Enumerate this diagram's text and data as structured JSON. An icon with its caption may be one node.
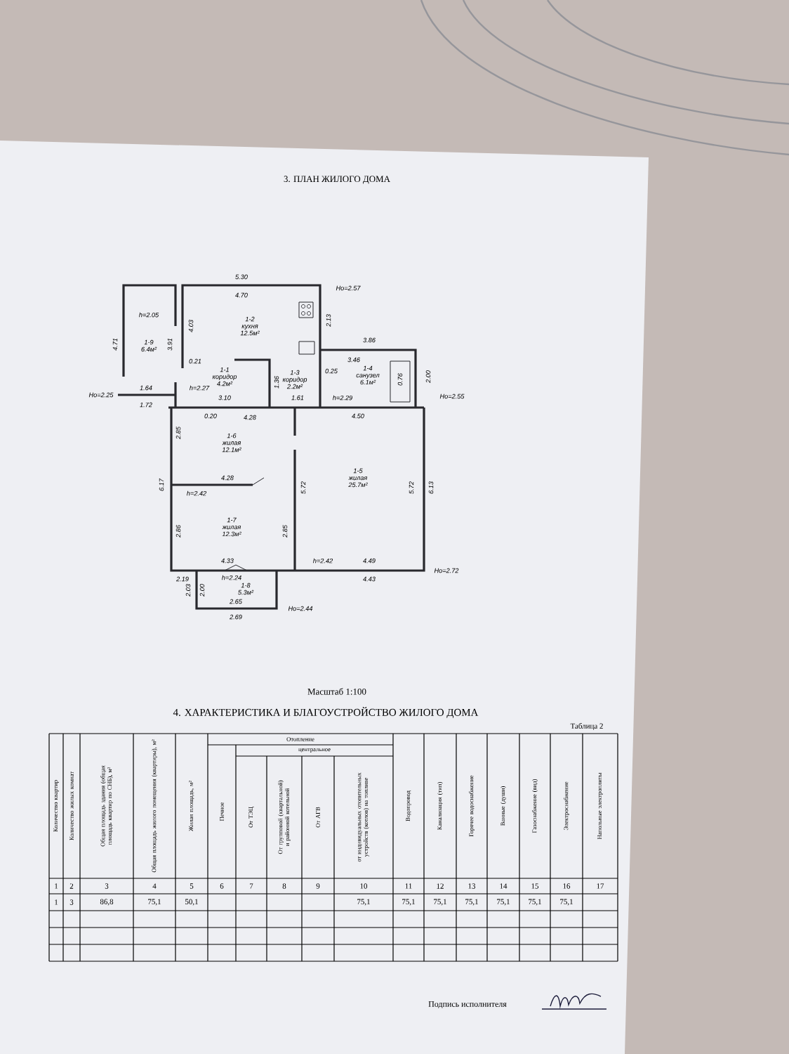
{
  "diagram": {
    "title": "3. ПЛАН ЖИЛОГО ДОМА",
    "nodes": [
      {
        "text": [
          "1-9",
          "6.4м²"
        ]
      },
      {
        "text": [
          "1-2",
          "кухня",
          "12.5м²"
        ]
      },
      {
        "text": [
          "1-1",
          "коридор",
          "4.2м²"
        ]
      },
      {
        "text": [
          "1-3",
          "коридор",
          "2.2м²"
        ]
      },
      {
        "text": [
          "1-4",
          "санузел",
          "6.1м²"
        ]
      },
      {
        "text": [
          "1-6",
          "жилая",
          "12.1м²"
        ]
      },
      {
        "text": [
          "1-5",
          "жилая",
          "25.7м²"
        ]
      },
      {
        "text": [
          "1-7",
          "жилая",
          "12.3м²"
        ]
      },
      {
        "text": [
          "1-8",
          "5.3м²"
        ]
      }
    ],
    "labels": [
      "5.30",
      "4.70",
      "Но=2.57",
      "h=2.05",
      "4.71",
      "3.91",
      "4.03",
      "2.13",
      "3.86",
      "3.46",
      "0.76",
      "2.00",
      "Но=2.55",
      "0.21",
      "0.25",
      "1.36",
      "1.61",
      "h=2.29",
      "Но=2.25",
      "1.64",
      "1.72",
      "h=2.27",
      "3.10",
      "0.20",
      "4.28",
      "4.50",
      "2.85",
      "6.17",
      "4.28",
      "h=2.42",
      "5.72",
      "5.72",
      "6.13",
      "2.86",
      "2.85",
      "4.33",
      "h=2.42",
      "4.49",
      "Но=2.72",
      "2.19",
      "h=2.24",
      "4.43",
      "2.03",
      "2.00",
      "2.65",
      "2.69",
      "Но=2.44",
      "Масштаб 1:100",
      "4. ХАРАКТЕРИСТИКА И БЛАГОУСТРОЙСТВО ЖИЛОГО ДОМА",
      "Таблица 2",
      "Количество квартир",
      "Количество жилых комнат",
      "Общая площадь здания (общая площадь квартир по СНБ), м²",
      "Общая площадь жилого помещения (квартиры), м²",
      "Жилая площадь, м²",
      "Отопление",
      "Печное",
      "центральное",
      "От ТЭЦ",
      "От групповой (квартальной) и районной котельной",
      "От АГВ",
      "от индивидуальных отопительных устройств (котлов) на топливе",
      "Водопровод",
      "Канализация (тип)",
      "Горячее водоснабжение",
      "Ванные (души)",
      "Газоснабжение (вид)",
      "Электроснабжение",
      "Напольные электроплиты",
      "1",
      "2",
      "3",
      "4",
      "5",
      "6",
      "7",
      "8",
      "9",
      "10",
      "11",
      "12",
      "13",
      "14",
      "15",
      "16",
      "17",
      "1",
      "3",
      "86,8",
      "75,1",
      "50,1",
      "75,1",
      "75,1",
      "75,1",
      "75,1",
      "75,1",
      "75,1",
      "75,1",
      "Подпись исполнителя"
    ]
  }
}
